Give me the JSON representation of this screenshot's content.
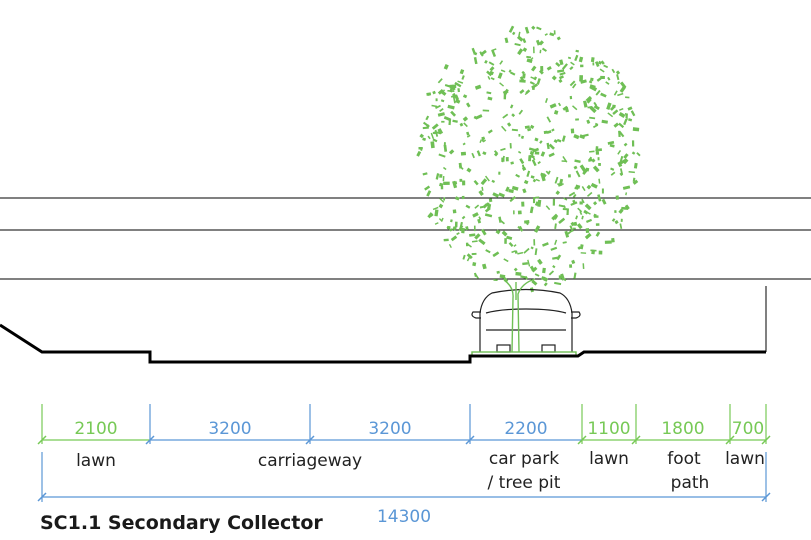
{
  "title": "SC1.1 Secondary Collector",
  "colors": {
    "green": "#77c956",
    "blue": "#5b97d6",
    "line": "#000000",
    "tree": "#6fbf55"
  },
  "dimensions": [
    {
      "value": "2100",
      "color": "green"
    },
    {
      "value": "3200",
      "color": "blue"
    },
    {
      "value": "3200",
      "color": "blue"
    },
    {
      "value": "2200",
      "color": "blue"
    },
    {
      "value": "1100",
      "color": "green"
    },
    {
      "value": "1800",
      "color": "green"
    },
    {
      "value": "700",
      "color": "green"
    }
  ],
  "total": "14300",
  "labels": {
    "lawn_1": "lawn",
    "carriageway": "carriageway",
    "car_park_1": "car park",
    "car_park_2": "/ tree pit",
    "lawn_2": "lawn",
    "foot_1": "foot",
    "foot_2": "path",
    "lawn_3": "lawn"
  }
}
